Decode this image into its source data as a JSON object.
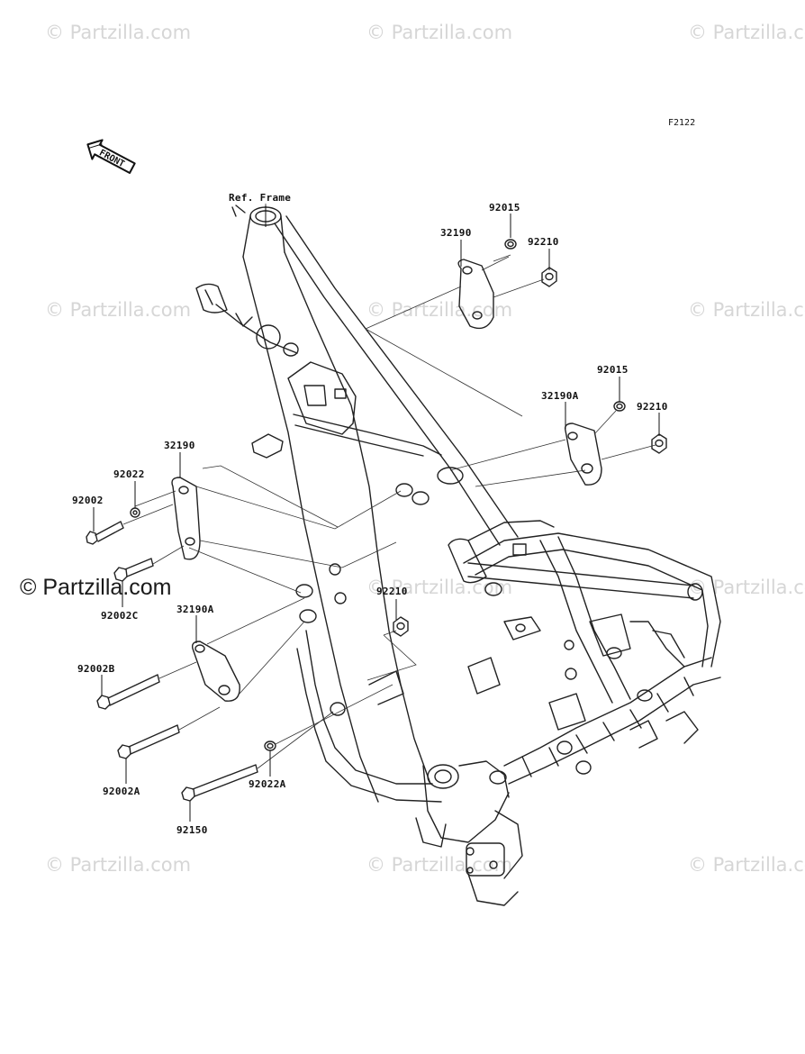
{
  "diagram_code": "F2122",
  "front_label": "FRONT",
  "ref_frame_label": "Ref. Frame",
  "watermark": "© Partzilla.com",
  "part_labels": {
    "p92015_a": "92015",
    "p32190_a": "32190",
    "p92210_a": "92210",
    "p92015_b": "92015",
    "p32190a_a": "32190A",
    "p92210_b": "92210",
    "p32190_b": "32190",
    "p92022": "92022",
    "p92002": "92002",
    "p92002c": "92002C",
    "p32190a_b": "32190A",
    "p92210_c": "92210",
    "p92002b": "92002B",
    "p92002a": "92002A",
    "p92022a": "92022A",
    "p92150": "92150"
  }
}
